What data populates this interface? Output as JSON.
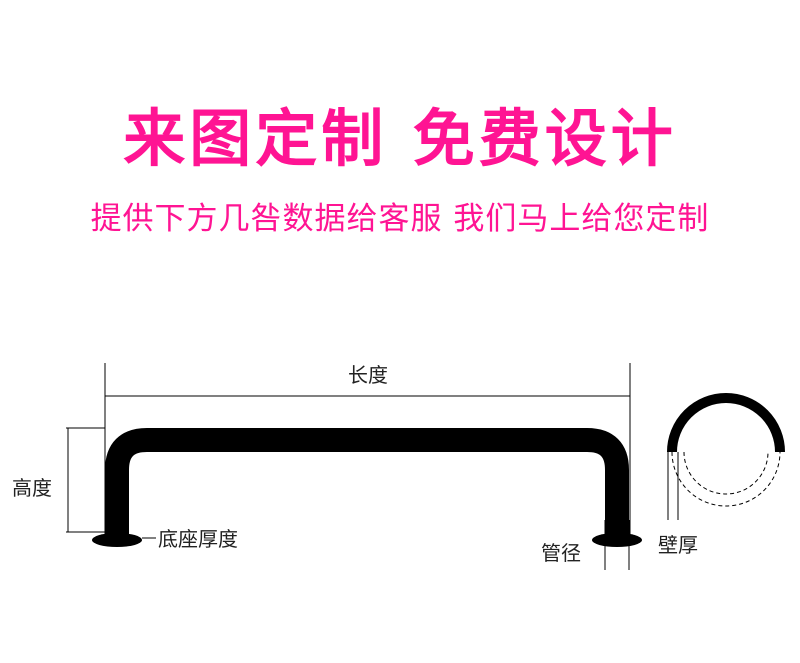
{
  "banner": {
    "title": "来图定制 免费设计",
    "subtitle": "提供下方几咎数据给客服 我们马上给您定制"
  },
  "labels": {
    "length": "长度",
    "height": "高度",
    "base_thickness": "底座厚度",
    "pipe_diameter": "管径",
    "wall_thickness": "壁厚"
  },
  "colors": {
    "accent": "#ff1493",
    "line": "#000000"
  }
}
